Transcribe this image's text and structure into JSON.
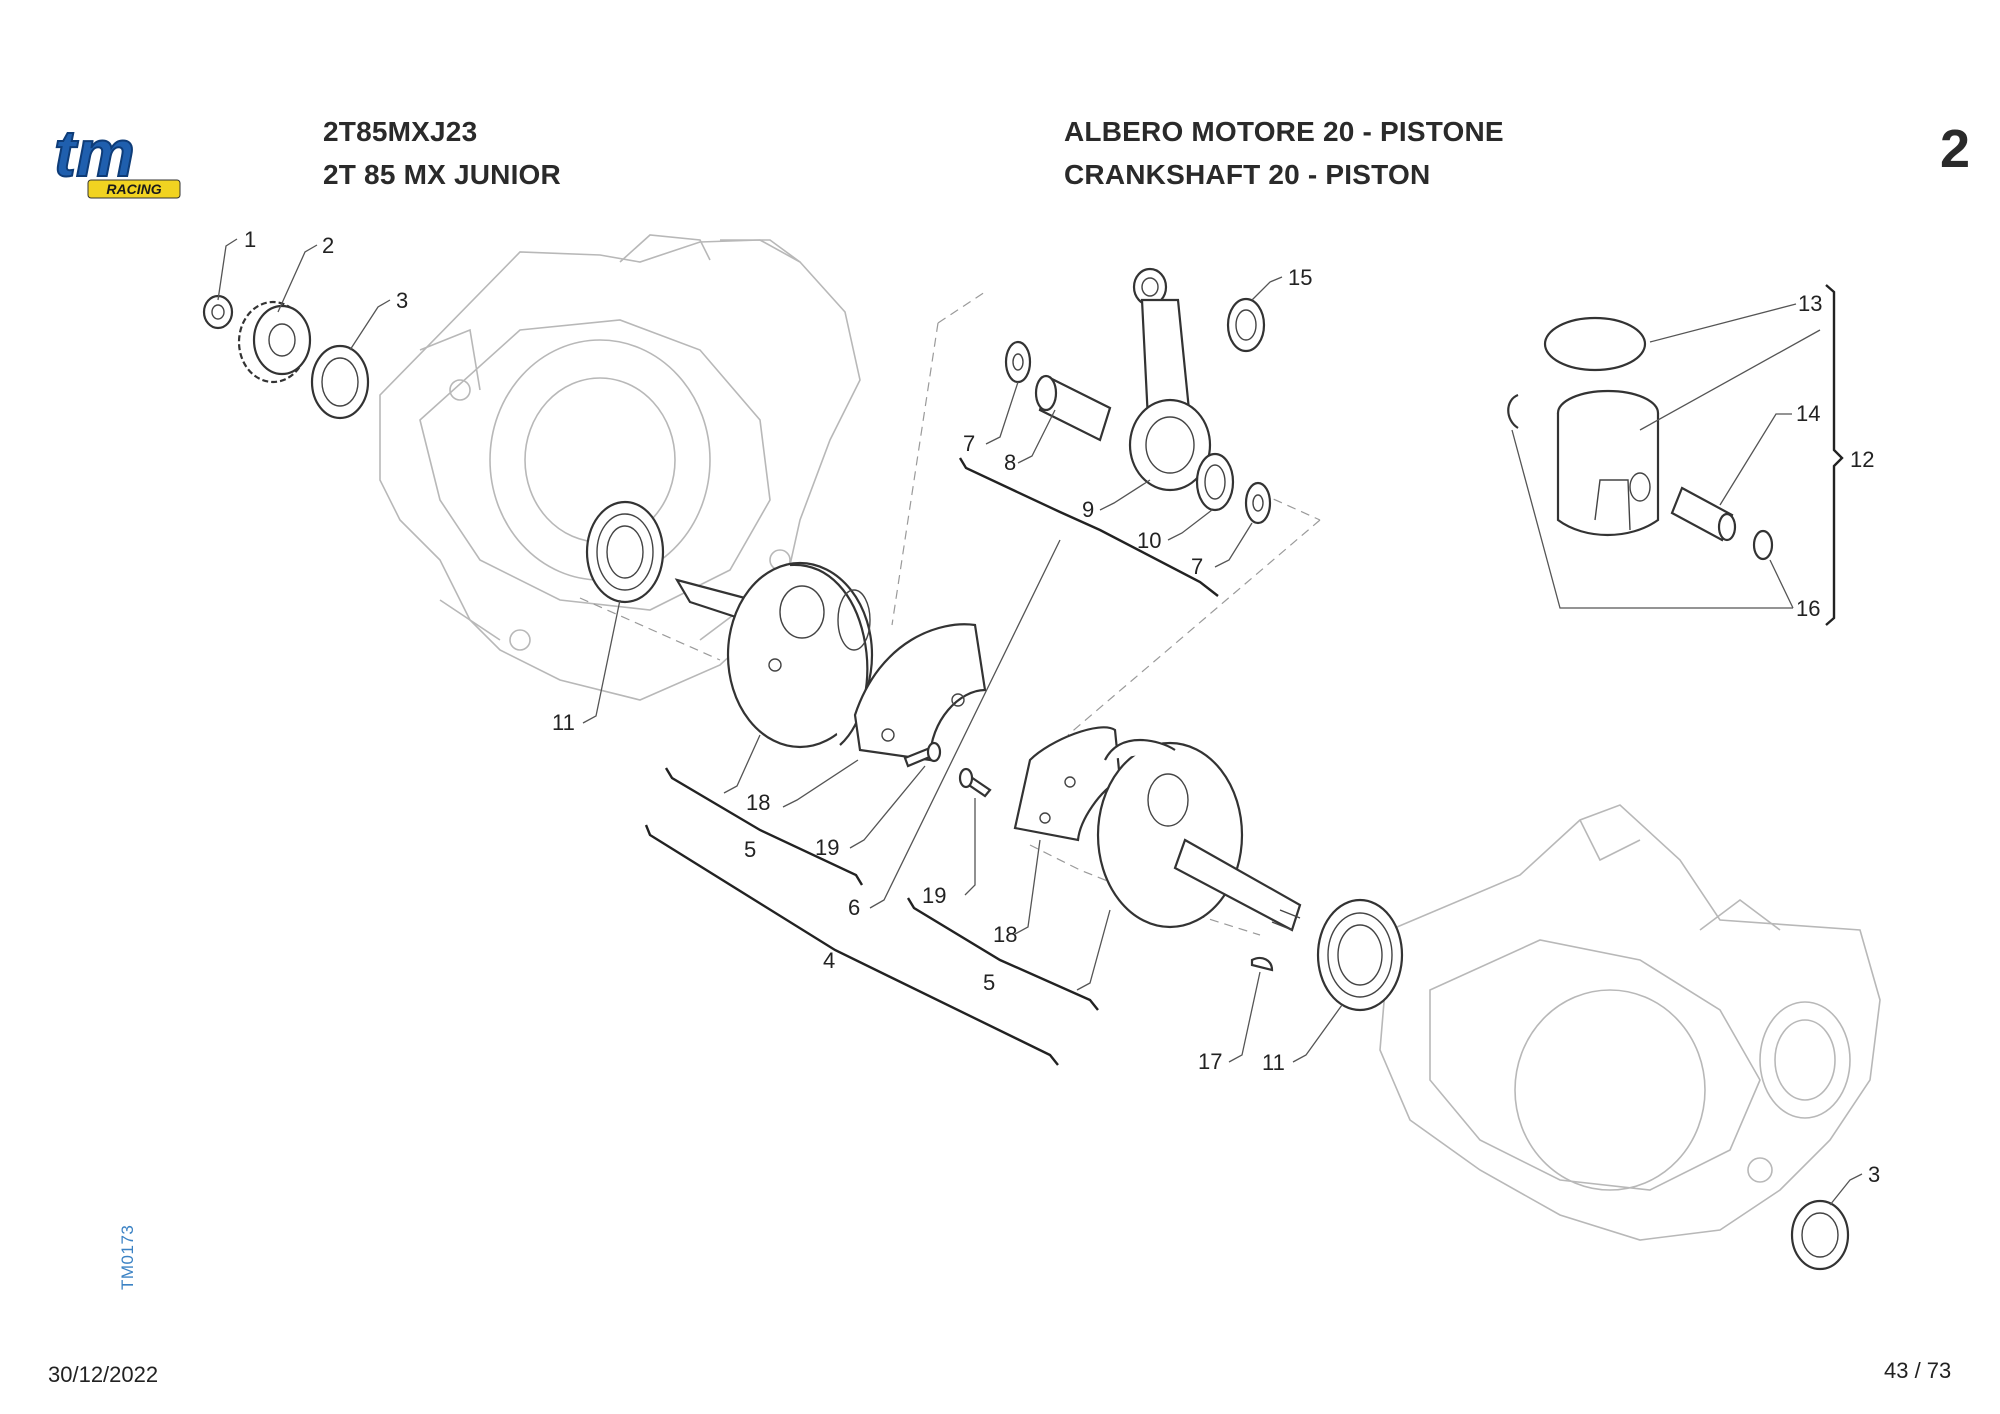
{
  "header": {
    "code": "2T85MXJ23",
    "model": "2T 85 MX JUNIOR",
    "title_it": "ALBERO MOTORE 20 - PISTONE",
    "title_en": "CRANKSHAFT 20 - PISTON",
    "section_number": "2"
  },
  "logo": {
    "main": "tm",
    "sub": "RACING",
    "colors": {
      "main": "#1f5fae",
      "sub": "#f1d321"
    }
  },
  "footer": {
    "date": "30/12/2022",
    "page": "43 / 73",
    "drawing_code": "TM0173"
  },
  "callouts": {
    "c1": "1",
    "c2": "2",
    "c3a": "3",
    "c3b": "3",
    "c4": "4",
    "c5a": "5",
    "c5b": "5",
    "c6": "6",
    "c7a": "7",
    "c7b": "7",
    "c8": "8",
    "c9": "9",
    "c10": "10",
    "c11a": "11",
    "c11b": "11",
    "c12": "12",
    "c13": "13",
    "c14": "14",
    "c15": "15",
    "c16": "16",
    "c17": "17",
    "c18a": "18",
    "c18b": "18",
    "c19a": "19",
    "c19b": "19"
  }
}
